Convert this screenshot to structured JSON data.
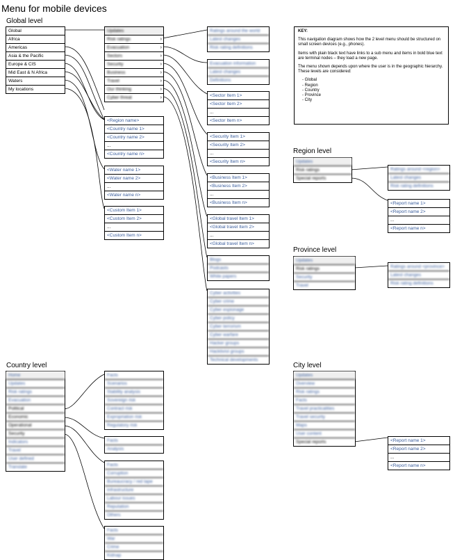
{
  "title": "Menu for mobile devices",
  "sections": {
    "global": "Global level",
    "region": "Region level",
    "province": "Province level",
    "country": "Country level",
    "city": "City level"
  },
  "key": {
    "heading": "KEY:",
    "p1": "This navigation diagram shows how the 2 level menu should be structured on small screen devices (e.g., phones).",
    "p2": "Items with plain black text have links to a sub menu and items in bold blue text are terminal nodes – they load a new page.",
    "p3": "The menu shown depends upon where the user is in the geographic hierarchy. These levels are considered:",
    "levels": [
      "Global",
      "Region",
      "Country",
      "Province",
      "City"
    ]
  },
  "global_menu": [
    "Global",
    "Africa",
    "Americas",
    "Asia & the Pacific",
    "Europe & CIS",
    "Mid East & N Africa",
    "Waters",
    "My locations"
  ],
  "global_sub": [
    "Updates",
    "Risk ratings",
    "Evacuation",
    "Sectors",
    "Security",
    "Business",
    "Travel",
    "Our thinking",
    "Cyber threat"
  ],
  "global_ratings": [
    "Ratings around the world",
    "Latest changes",
    "Risk rating definitions"
  ],
  "global_evac": [
    "Evacuation information",
    "Latest changes",
    "Definitions"
  ],
  "sector_list": [
    "<Sector Item 1>",
    "<Sector Item 2>",
    "...",
    "<Sector Item n>"
  ],
  "security_list": [
    "<Security Item 1>",
    "<Security Item 2>",
    "...",
    "<Security Item n>"
  ],
  "business_list": [
    "<Business Item 1>",
    "<Business Item 2>",
    "...",
    "<Business Item n>"
  ],
  "travel_list": [
    "<Global travel Item 1>",
    "<Global travel Item 2>",
    "...",
    "<Global travel Item n>"
  ],
  "thinking_list": [
    "Blogs",
    "Podcasts",
    "White papers"
  ],
  "cyber_list": [
    "Cyber activities",
    "Cyber crime",
    "Cyber espionage",
    "Cyber policy",
    "Cyber terrorism",
    "Cyber warfare",
    "Hacker groups",
    "Hacktivist groups",
    "Technical developments"
  ],
  "region_list": [
    "<Region name>",
    "<Country name 1>",
    "<Country name 2>",
    "...",
    "<Country name n>"
  ],
  "water_list": [
    "<Water name 1>",
    "<Water name 2>",
    "...",
    "<Water name n>"
  ],
  "custom_list": [
    "<Custom Item 1>",
    "<Custom Item 2>",
    "...",
    "<Custom Item n>"
  ],
  "region_menu": [
    "Updates",
    "Risk ratings",
    "Special reports"
  ],
  "region_ratings": [
    "Ratings around <region>",
    "Latest changes",
    "Risk rating definitions"
  ],
  "region_reports": [
    "<Report name 1>",
    "<Report name 2>",
    "...",
    "<Report name n>"
  ],
  "province_menu": [
    "Updates",
    "Risk ratings",
    "Security",
    "Travel"
  ],
  "province_ratings": [
    "Ratings around <province>",
    "Latest changes",
    "Risk rating definitions"
  ],
  "country_menu": [
    "Home",
    "Updates",
    "Risk ratings",
    "Evacuation",
    "Political",
    "Economic",
    "Operational",
    "Security",
    "Indicators",
    "Travel",
    "User defined",
    "Translate"
  ],
  "country_political": [
    "Facts",
    "Scenarios",
    "Stability analysis",
    "Sovereign risk",
    "Contract risk",
    "Expropriation risk",
    "Regulatory risk"
  ],
  "country_economic": [
    "Facts",
    "Analysis"
  ],
  "country_operational": [
    "Facts",
    "Corruption",
    "Bureaucracy / red tape",
    "Infrastructure",
    "Labour issues",
    "Reputation",
    "Others"
  ],
  "country_security": [
    "Facts",
    "War",
    "Crime",
    "Kidnap"
  ],
  "city_menu": [
    "Updates",
    "Overview",
    "Risk ratings",
    "Facts",
    "Travel practicalities",
    "Travel security",
    "Maps",
    "User content",
    "Special reports"
  ],
  "city_reports": [
    "<Report name 1>",
    "<Report name 2>",
    "...",
    "<Report name n>"
  ]
}
